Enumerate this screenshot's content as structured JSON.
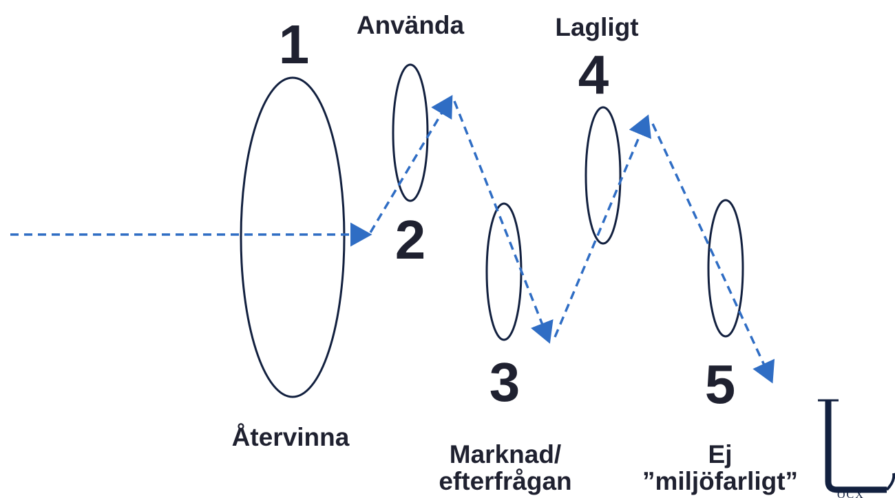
{
  "steps": [
    {
      "number": "1",
      "label": "Återvinna"
    },
    {
      "number": "2",
      "label": "Använda"
    },
    {
      "number": "3",
      "label_line1": "Marknad/",
      "label_line2": "efterfrågan"
    },
    {
      "number": "4",
      "label": "Lagligt"
    },
    {
      "number": "5",
      "label_line1": "Ej",
      "label_line2": "”miljöfarligt”"
    }
  ],
  "logo": {
    "caption": "OCX"
  },
  "colors": {
    "arrow": "#2f6dc4",
    "outline": "#12203f",
    "text": "#1f2130"
  }
}
